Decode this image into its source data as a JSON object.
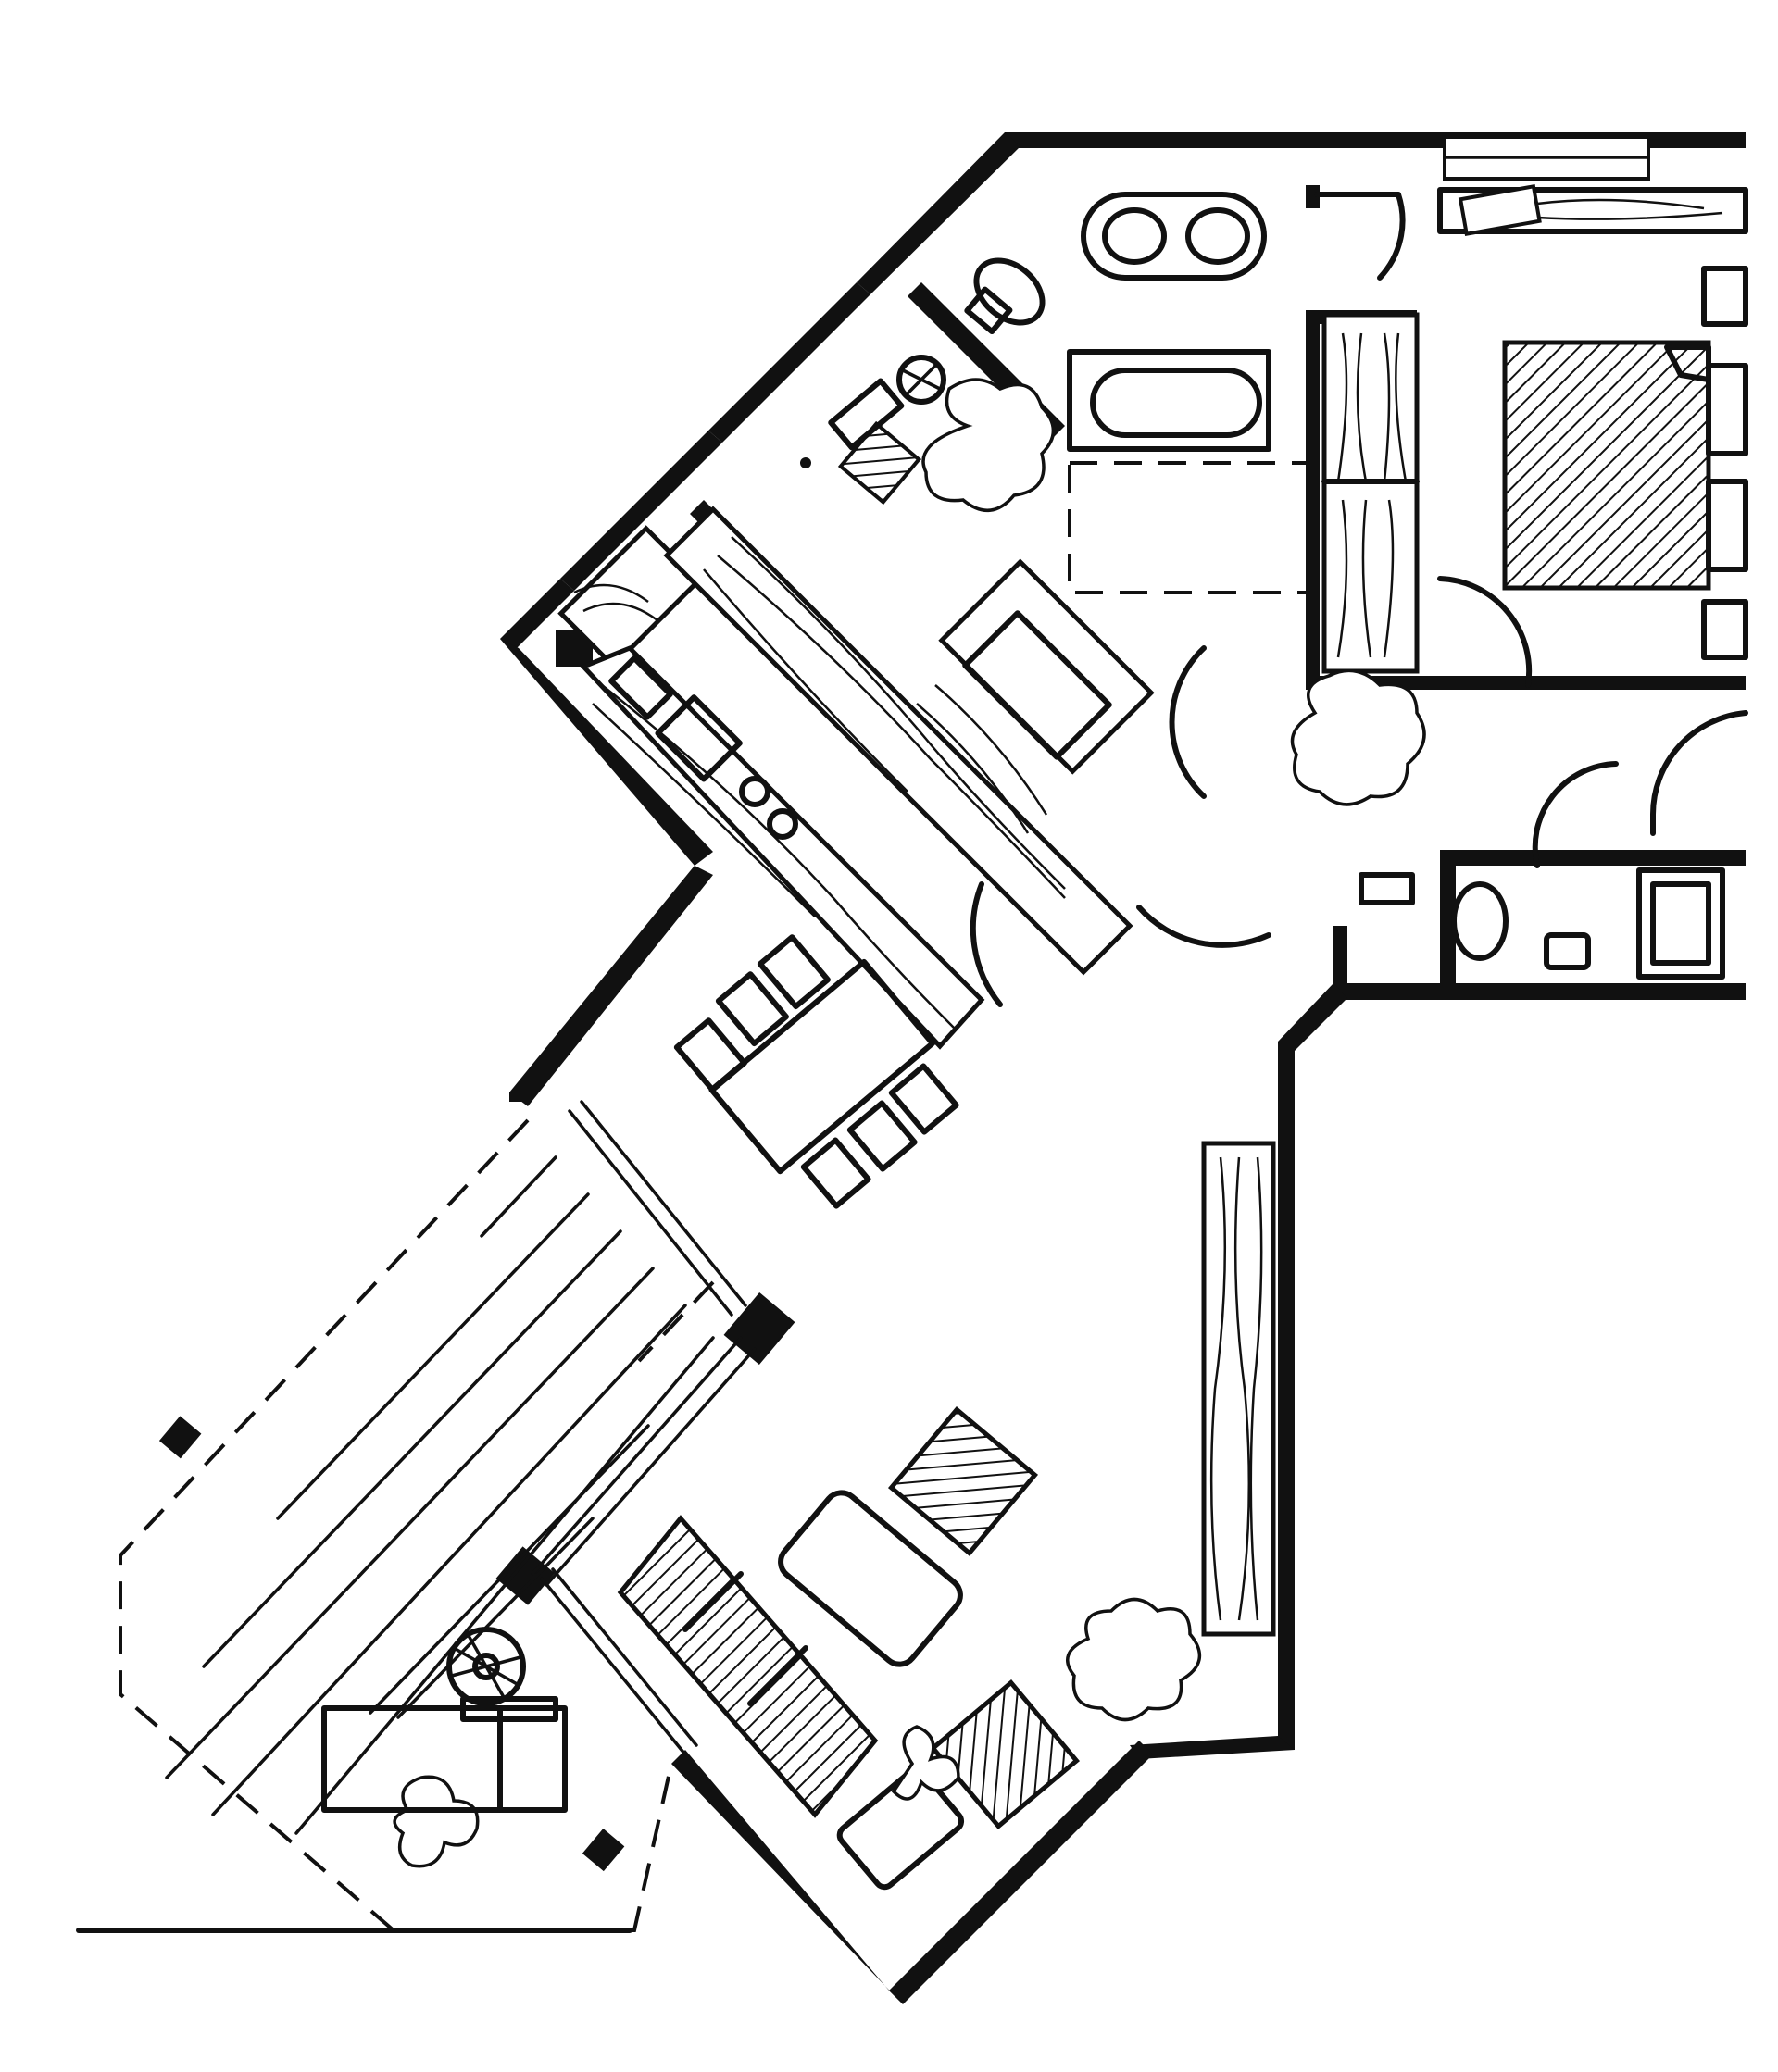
{
  "plan": {
    "ink_color": "#111111",
    "paper_color": "#ffffff",
    "rooms": [
      {
        "id": "bathroom"
      },
      {
        "id": "utility"
      },
      {
        "id": "bedroom"
      },
      {
        "id": "walk-in-closet"
      },
      {
        "id": "kitchen"
      },
      {
        "id": "hall"
      },
      {
        "id": "wc"
      },
      {
        "id": "dining"
      },
      {
        "id": "living"
      },
      {
        "id": "terrace"
      }
    ]
  }
}
